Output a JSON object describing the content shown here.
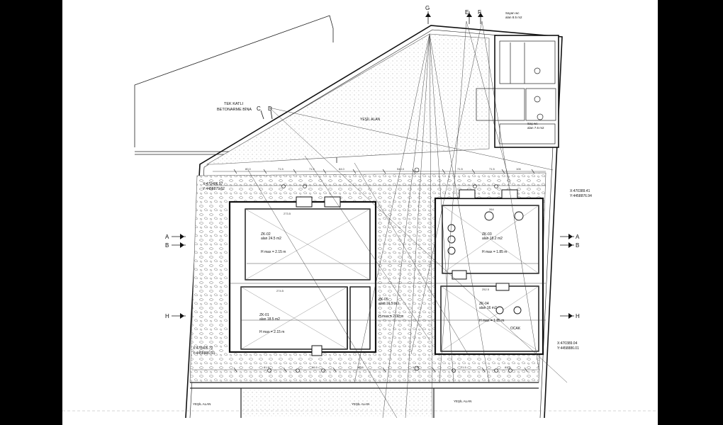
{
  "neighbor_building": {
    "line1": "TEK KATLI",
    "line2": "BETONARME BİNA"
  },
  "green_area": {
    "north": "YEŞİL ALAN",
    "south1": "YEŞİL ALAN",
    "south2": "YEŞİL ALAN",
    "south3": "YEŞİL ALAN"
  },
  "section_marks": {
    "g": "G",
    "e": "E",
    "f": "F",
    "c": "C",
    "d": "D",
    "a_left": "A",
    "b_left": "B",
    "a_right": "A",
    "b_right": "B",
    "h_left": "H",
    "h_right": "H"
  },
  "coordinates": {
    "nw": {
      "x": "X:470406.97",
      "y": "Y:4458879.62"
    },
    "ne": {
      "x": "X:470389.41",
      "y": "Y:4458876.94"
    },
    "sw": {
      "x": "X:470405.72",
      "y": "Y:4458886.60"
    },
    "se": {
      "x": "X:470389.04",
      "y": "Y:4458886.01"
    }
  },
  "rooms": {
    "zk02": {
      "code": "ZK-02",
      "area": "alan 24.5 m2",
      "h": "H max = 2.15 m"
    },
    "zk03": {
      "code": "ZK-03",
      "area": "alan 18.2 m2",
      "h": "H max = 1.85 m"
    },
    "zk01": {
      "code": "ZK-01",
      "area": "alan 18.5 m2",
      "h": "H max = 2.15 m"
    },
    "zk04": {
      "code": "ZK-04",
      "area": "alan 16 m2",
      "h": "H max = 1.85 m"
    },
    "zk05": {
      "code": "ZK-05",
      "area": "alan 16.5 m2",
      "h": "H max = 2.00 m"
    },
    "wc_top": {
      "title": "Sayan wc",
      "area": "alan 8.5 m2"
    },
    "wc_mid": {
      "title": "Saç wc",
      "area": "alan 7.6 m2"
    },
    "ocak": "OCAK"
  }
}
